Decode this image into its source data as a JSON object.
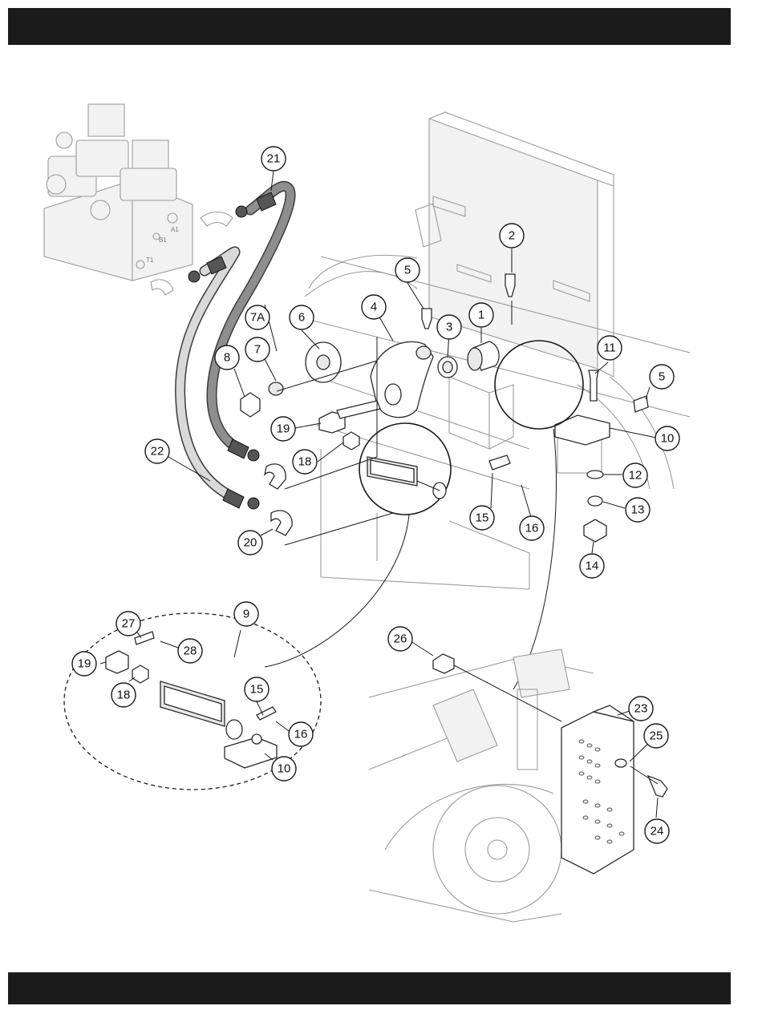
{
  "callouts": [
    {
      "id": "c1",
      "label": "1"
    },
    {
      "id": "c2",
      "label": "2"
    },
    {
      "id": "c3",
      "label": "3"
    },
    {
      "id": "c4",
      "label": "4"
    },
    {
      "id": "c5a",
      "label": "5"
    },
    {
      "id": "c5b",
      "label": "5"
    },
    {
      "id": "c6",
      "label": "6"
    },
    {
      "id": "c7",
      "label": "7"
    },
    {
      "id": "c7a",
      "label": "7A"
    },
    {
      "id": "c8",
      "label": "8"
    },
    {
      "id": "c9",
      "label": "9"
    },
    {
      "id": "c10a",
      "label": "10"
    },
    {
      "id": "c10b",
      "label": "10"
    },
    {
      "id": "c11",
      "label": "11"
    },
    {
      "id": "c12",
      "label": "12"
    },
    {
      "id": "c13",
      "label": "13"
    },
    {
      "id": "c14",
      "label": "14"
    },
    {
      "id": "c15a",
      "label": "15"
    },
    {
      "id": "c15b",
      "label": "15"
    },
    {
      "id": "c16a",
      "label": "16"
    },
    {
      "id": "c16b",
      "label": "16"
    },
    {
      "id": "c18a",
      "label": "18"
    },
    {
      "id": "c18b",
      "label": "18"
    },
    {
      "id": "c19a",
      "label": "19"
    },
    {
      "id": "c19b",
      "label": "19"
    },
    {
      "id": "c20",
      "label": "20"
    },
    {
      "id": "c21",
      "label": "21"
    },
    {
      "id": "c22",
      "label": "22"
    },
    {
      "id": "c23",
      "label": "23"
    },
    {
      "id": "c24",
      "label": "24"
    },
    {
      "id": "c25",
      "label": "25"
    },
    {
      "id": "c26",
      "label": "26"
    },
    {
      "id": "c27",
      "label": "27"
    },
    {
      "id": "c28",
      "label": "28"
    }
  ],
  "valve_port_labels": [
    "B1",
    "A1",
    "T1"
  ],
  "colors": {
    "band": "#1b1b1b",
    "line": "#1a1a1a",
    "ghost": "#9a9a9a"
  }
}
